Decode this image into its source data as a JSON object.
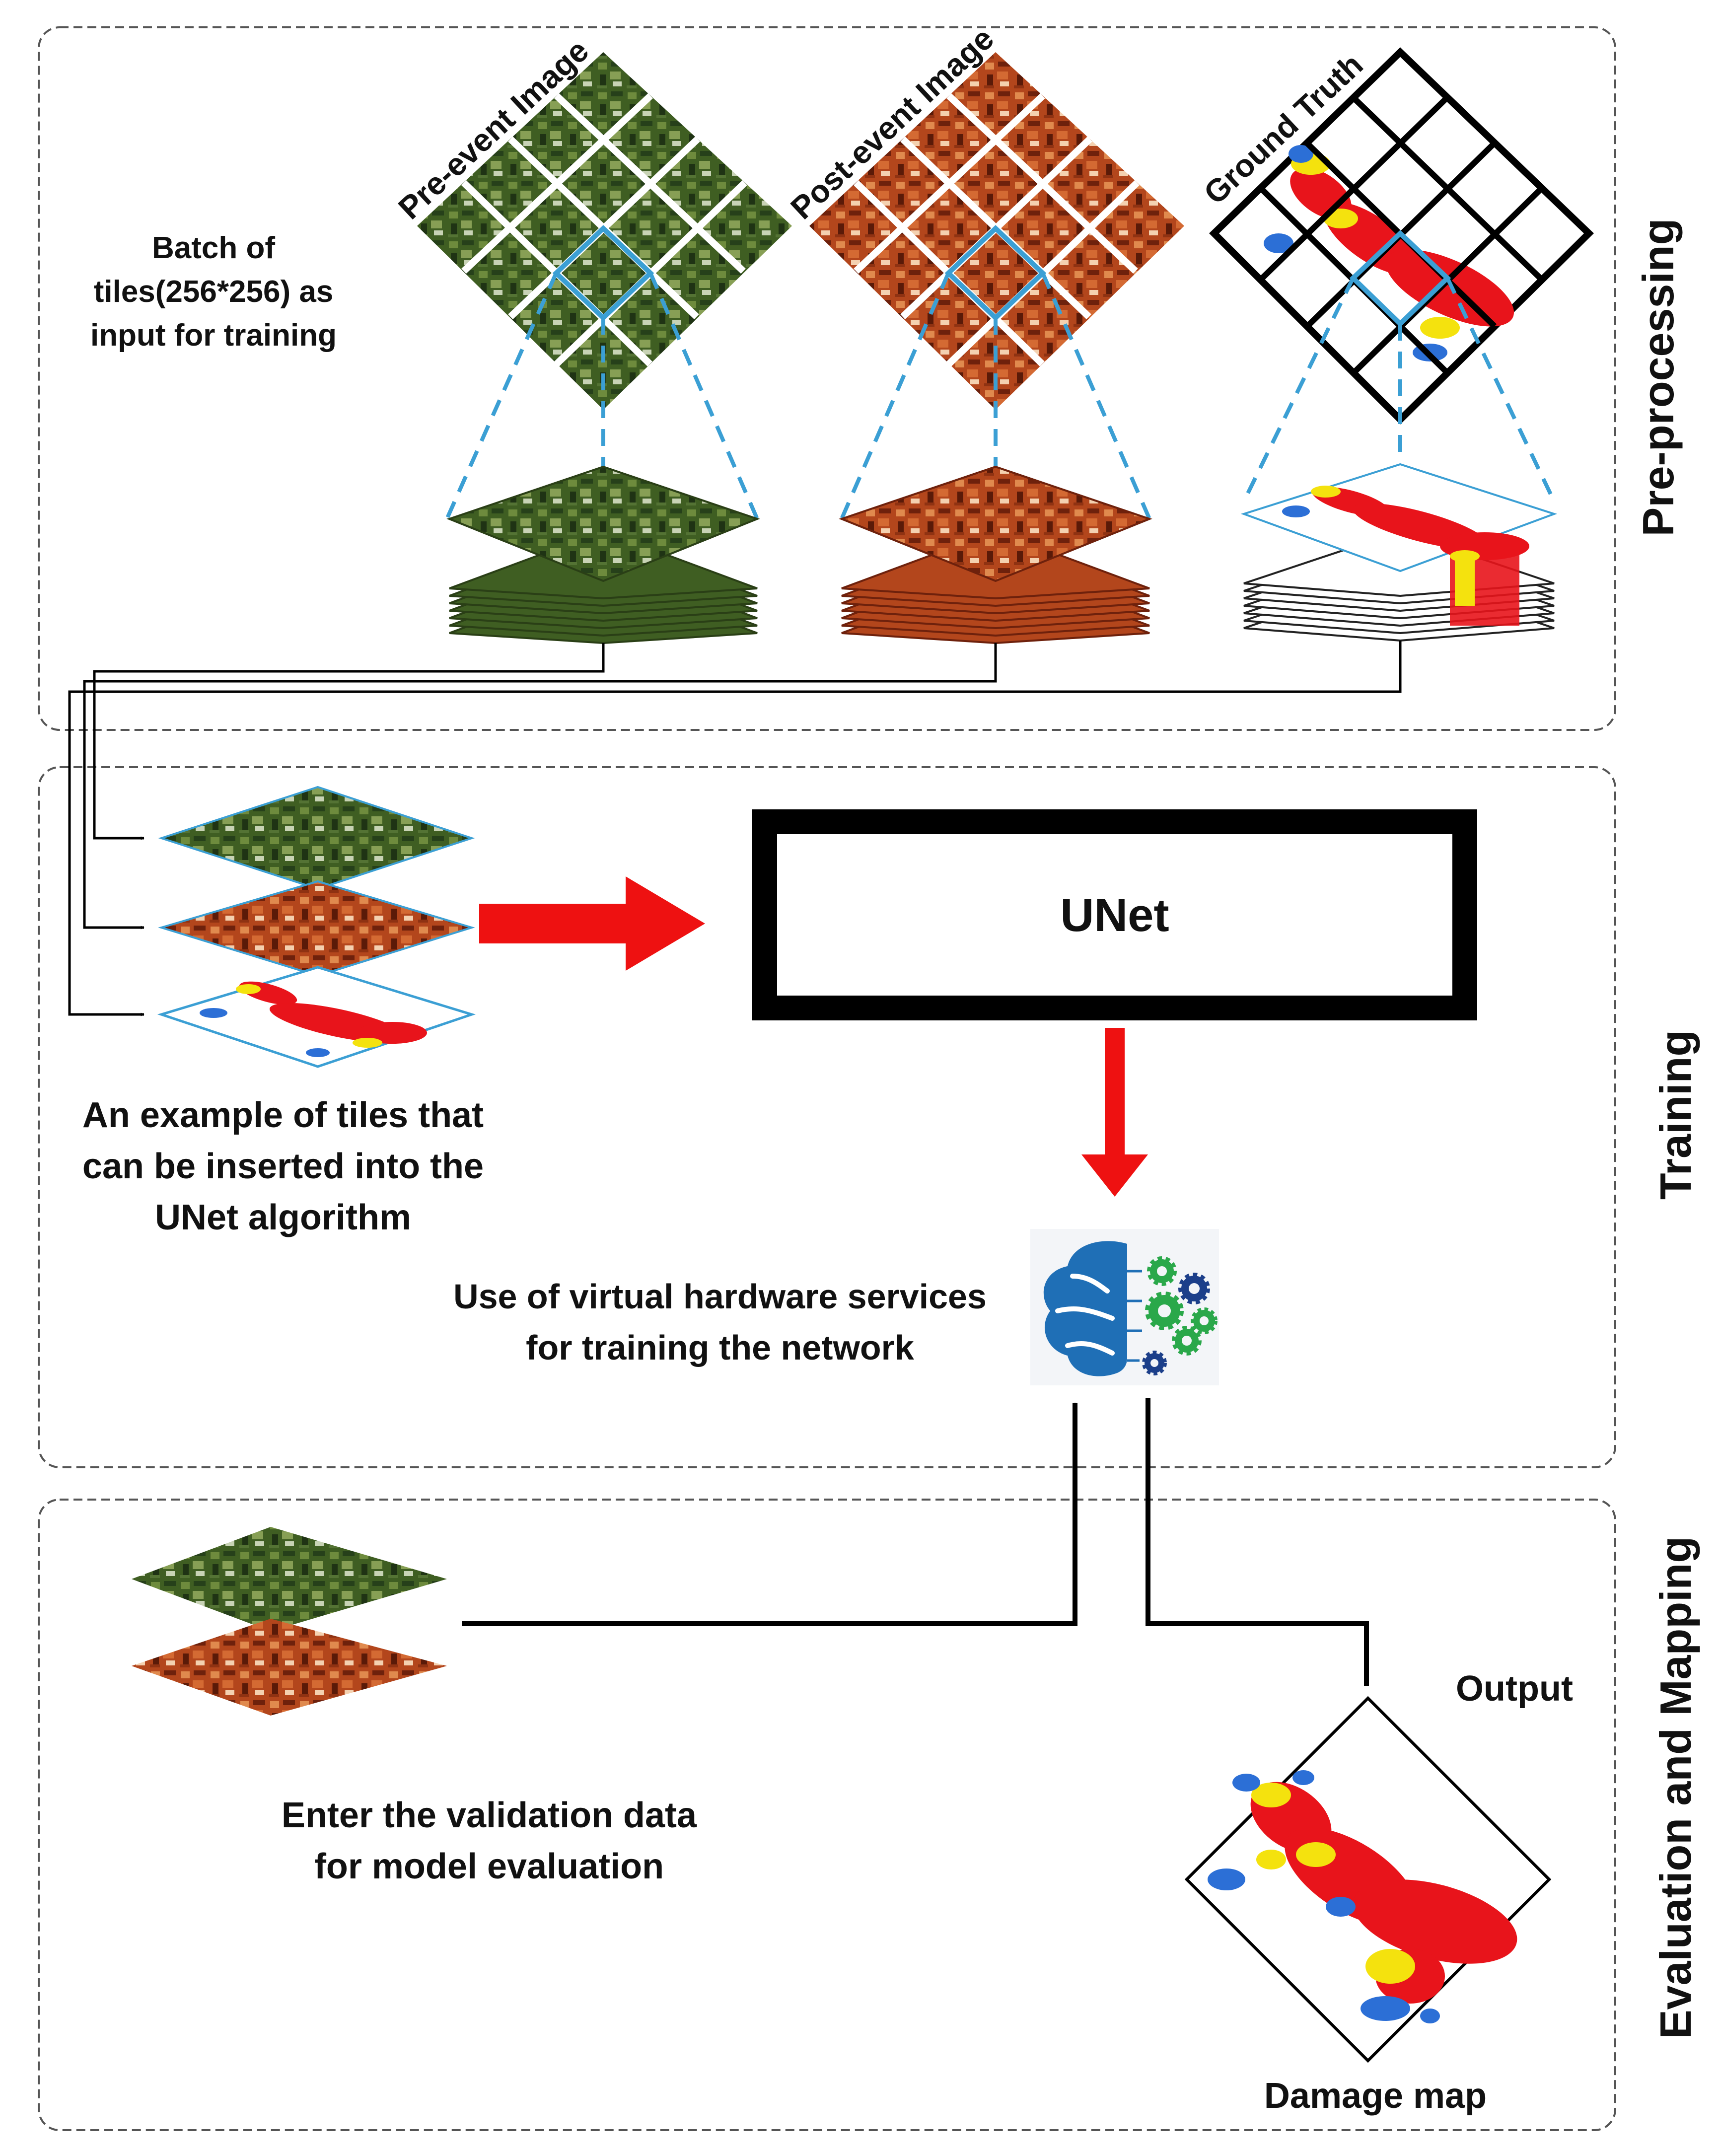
{
  "sections": {
    "preprocessing": "Pre-processing",
    "training": "Training",
    "evaluation": "Evaluation and Mapping"
  },
  "preprocessing": {
    "batch_caption": [
      "Batch of",
      "tiles(256*256) as",
      "input for training"
    ],
    "pre_event_label": "Pre-event Image",
    "post_event_label": "Post-event Image",
    "ground_truth_label": "Ground Truth"
  },
  "training": {
    "model_name": "UNet",
    "tiles_caption": [
      "An example of tiles that",
      "can be inserted into the",
      "UNet algorithm"
    ],
    "hardware_caption": [
      "Use of virtual hardware services",
      "for training the network"
    ]
  },
  "evaluation": {
    "validation_caption": [
      "Enter the validation data",
      "for model evaluation"
    ],
    "output_label": "Output",
    "damage_map_label": "Damage map"
  },
  "colors": {
    "pre_event_imagery": "#3f5e22",
    "post_event_imagery": "#b3461c",
    "damage_red": "#e8141b",
    "damage_yellow": "#f4e20e",
    "damage_blue": "#2c6fd6",
    "flow_arrow_red": "#ee1111",
    "dashed_outline": "#4ea9d6",
    "brain_icon_blue": "#1f6fb6",
    "gear_green": "#2aa84a",
    "gear_navy": "#1c3f8a"
  },
  "icons": [
    "ai-brain-gears-icon"
  ]
}
